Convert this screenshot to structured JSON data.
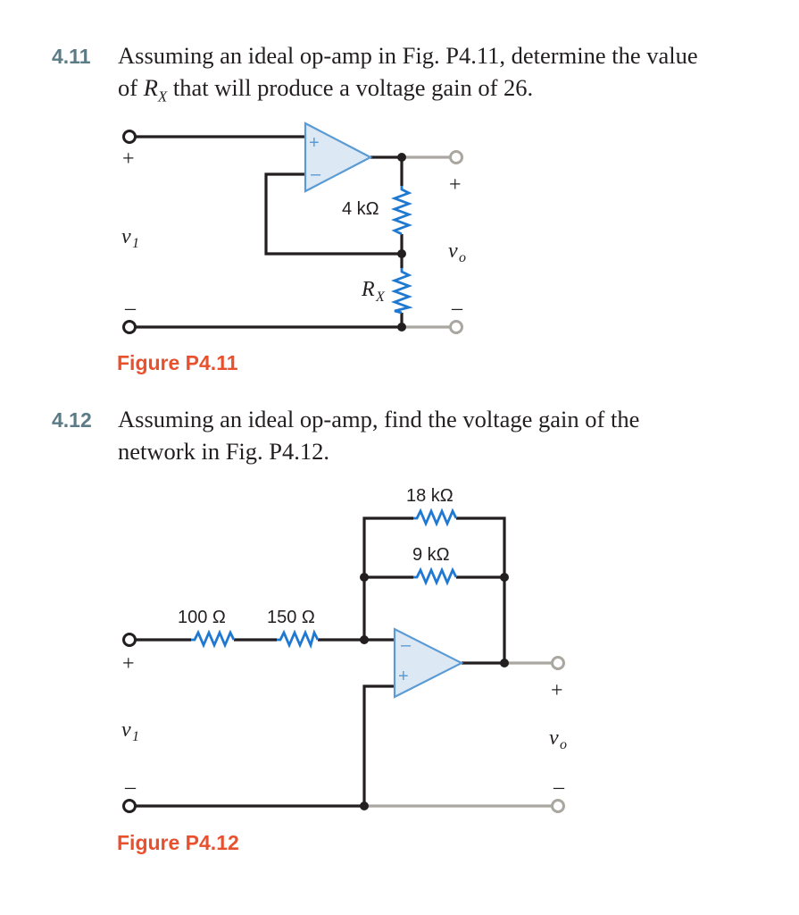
{
  "problem_411": {
    "number": "4.11",
    "line1": "Assuming an ideal op-amp in Fig. P4.11, determine the value",
    "line2_pre": "of ",
    "line2_var": "R",
    "line2_sub": "X",
    "line2_post": " that will produce a voltage gain of 26."
  },
  "problem_412": {
    "number": "4.12",
    "line1": "Assuming an ideal op-amp, find the voltage gain of the",
    "line2": "network in Fig. P4.12."
  },
  "figure_411": {
    "caption": "Figure P4.11",
    "plus": "+",
    "minus": "–",
    "op_plus": "+",
    "op_minus": "–",
    "input_var": "v",
    "input_sub": "1",
    "output_var": "v",
    "output_sub": "o",
    "r_feedback": "4 kΩ",
    "r_x_var": "R",
    "r_x_sub": "X"
  },
  "figure_412": {
    "caption": "Figure P4.12",
    "plus": "+",
    "minus": "–",
    "op_plus": "+",
    "op_minus": "–",
    "input_var": "v",
    "input_sub": "1",
    "output_var": "v",
    "output_sub": "o",
    "r1": "100 Ω",
    "r2": "150 Ω",
    "r_top": "18 kΩ",
    "r_mid": "9 kΩ"
  },
  "colors": {
    "wire": "#231f20",
    "output_wire": "#aaa7a0",
    "opamp": "#5b9bd5",
    "opamp_fill": "#dce9f5",
    "resistor": "#1f78d1",
    "caption": "#e8502e",
    "number": "#5d7b86"
  }
}
